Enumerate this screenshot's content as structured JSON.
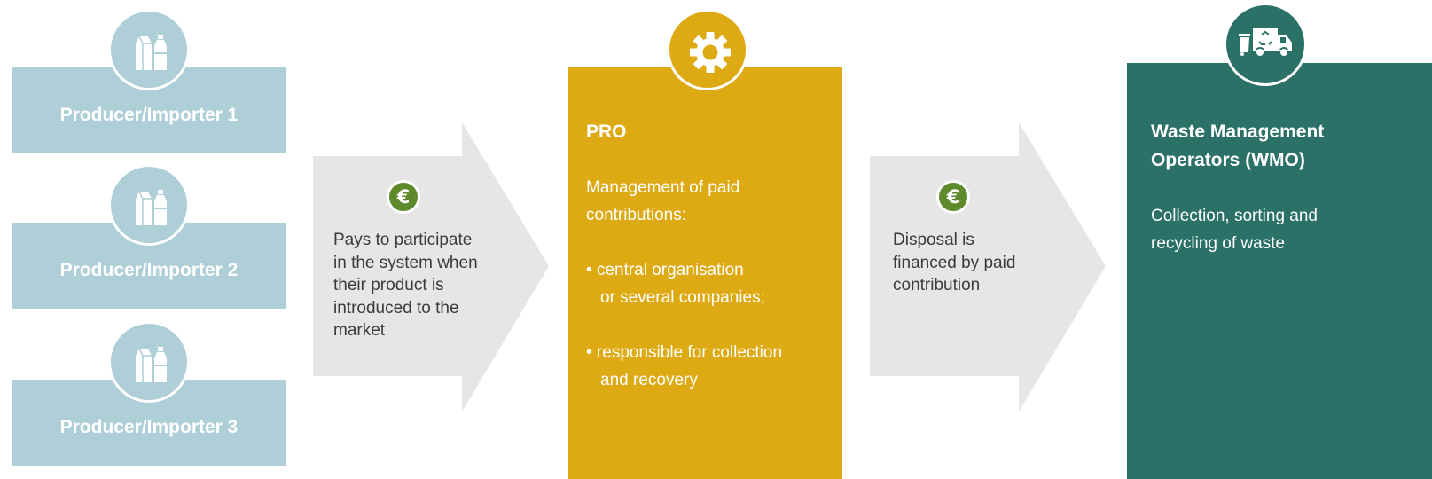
{
  "colors": {
    "producer": "#aecfd7",
    "arrow": "#e6e6e6",
    "pro": "#deaa14",
    "wmo": "#2b7167",
    "euro_badge": "#5f8a2b"
  },
  "producers": [
    {
      "label": "Producer/Importer 1",
      "icon": "packaging-icon"
    },
    {
      "label": "Producer/Importer 2",
      "icon": "packaging-icon"
    },
    {
      "label": "Producer/Importer 3",
      "icon": "packaging-icon"
    }
  ],
  "arrow1": {
    "badge": "€",
    "lines": [
      "Pays to participate",
      "in the system when",
      "their product is",
      "introduced to the",
      "market"
    ]
  },
  "pro": {
    "icon": "gear-icon",
    "title": "PRO",
    "intro_lines": [
      "Management of paid",
      "contributions:"
    ],
    "bullet1_lines": [
      "• central organisation",
      "or several companies;"
    ],
    "bullet2_lines": [
      "• responsible for collection",
      "and recovery"
    ]
  },
  "arrow2": {
    "badge": "€",
    "lines": [
      "Disposal is",
      "financed by paid",
      "contribution"
    ]
  },
  "wmo": {
    "icon": "garbage-truck-icon",
    "title_lines": [
      "Waste Management",
      "Operators (WMO)"
    ],
    "text_lines": [
      "Collection, sorting and",
      "recycling of waste"
    ]
  }
}
